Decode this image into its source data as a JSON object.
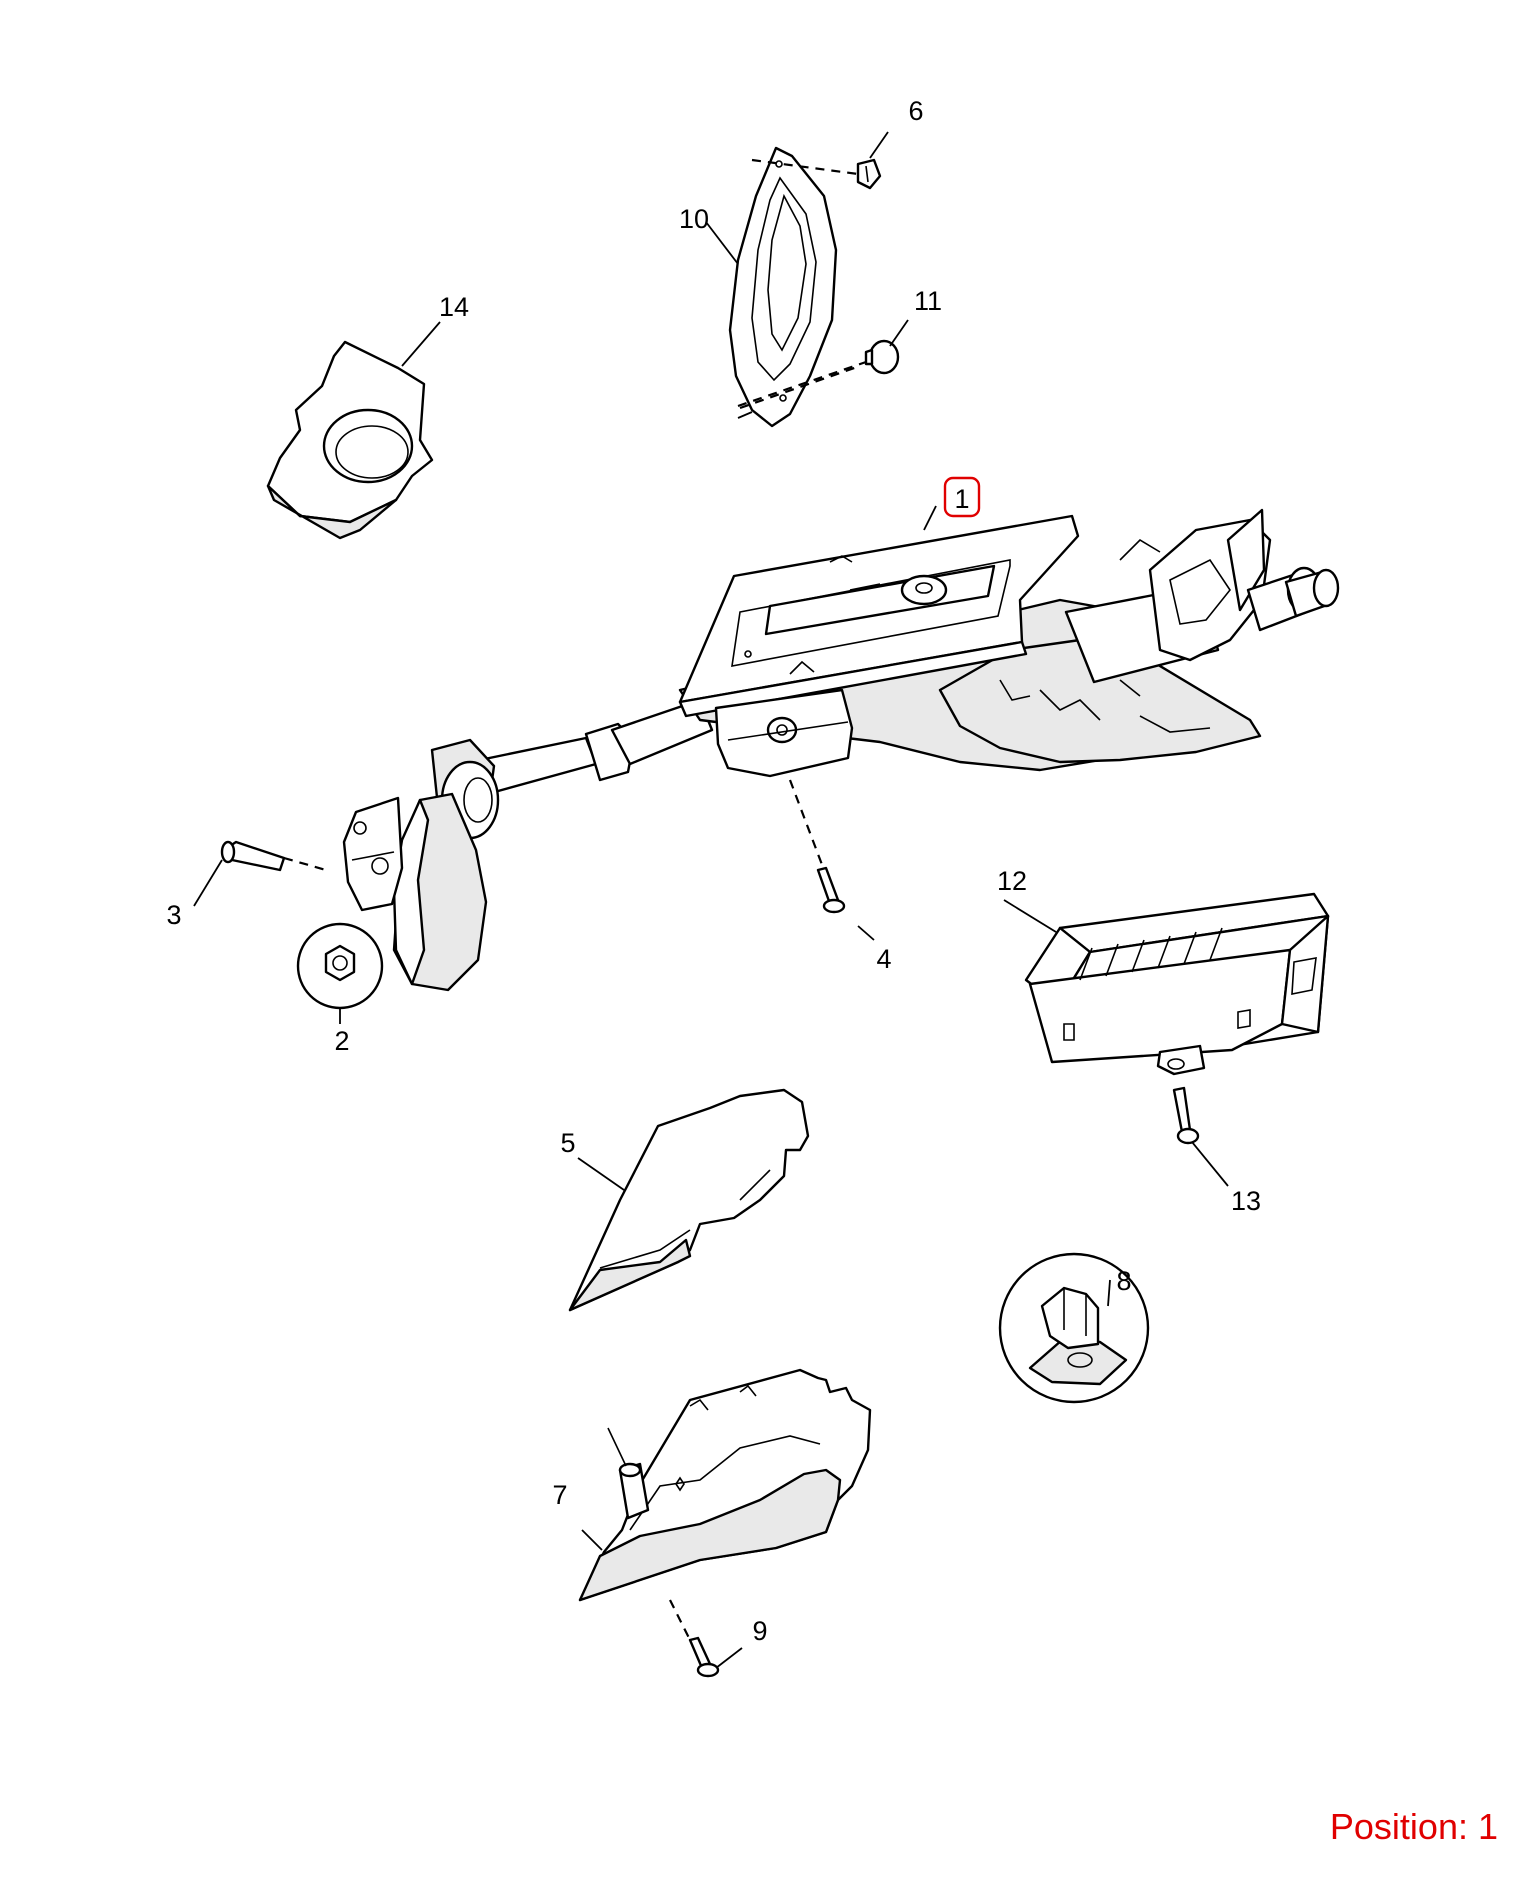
{
  "callouts": {
    "c1": "1",
    "c2": "2",
    "c3": "3",
    "c4": "4",
    "c5": "5",
    "c6": "6",
    "c7": "7",
    "c8": "8",
    "c9": "9",
    "c10": "10",
    "c11": "11",
    "c12": "12",
    "c13": "13",
    "c14": "14"
  },
  "highlighted_callout": "1",
  "position": {
    "label": "Position: 1"
  },
  "colors": {
    "highlight": "#e00000",
    "line": "#000000",
    "background": "#ffffff"
  }
}
